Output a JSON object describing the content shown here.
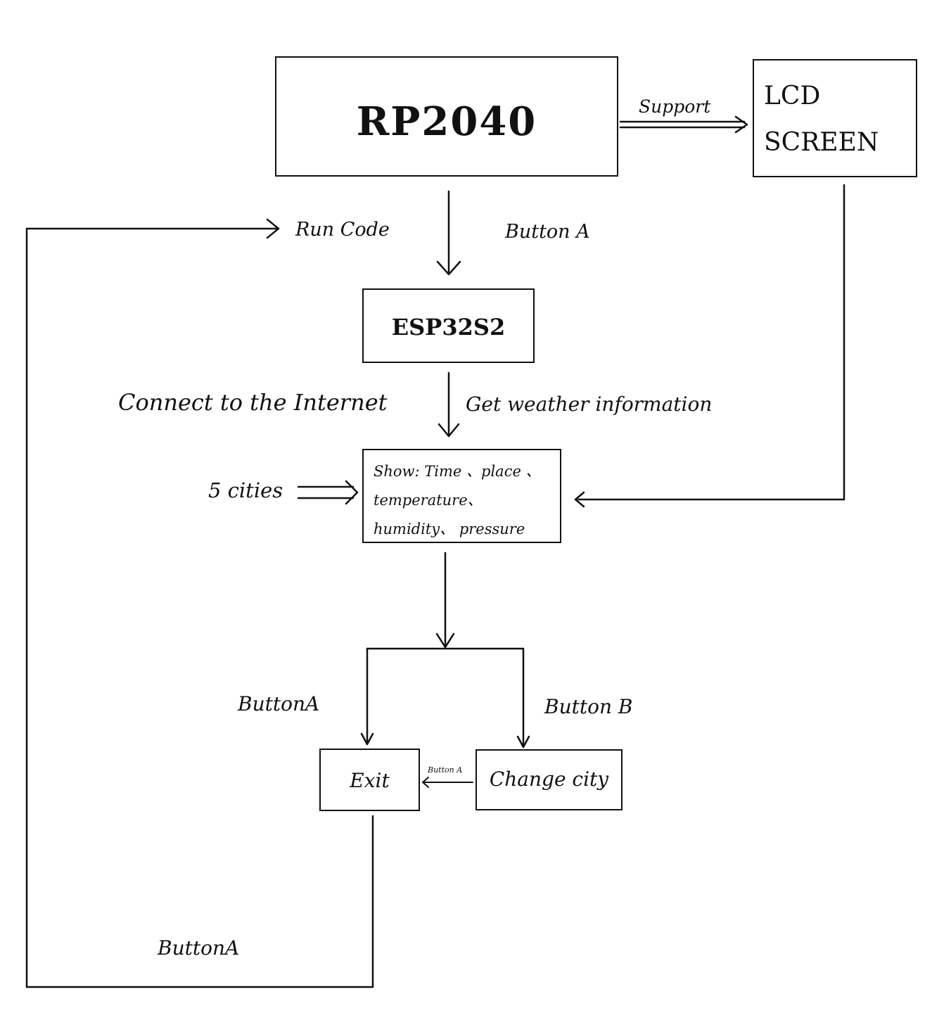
{
  "nodes": {
    "rp2040": "RP2040",
    "lcd_line1": "LCD",
    "lcd_line2": "SCREEN",
    "esp32s2": "ESP32S2",
    "show_line1": "Show: Time 、place 、",
    "show_line2": "temperature、",
    "show_line3": "humidity、 pressure",
    "exit": "Exit",
    "change_city": "Change city"
  },
  "edges": {
    "support": "Support",
    "run_code": "Run Code",
    "button_a_top": "Button A",
    "connect_internet": "Connect to the Internet",
    "get_weather": "Get weather information",
    "five_cities": "5 cities",
    "button_a_left": "ButtonA",
    "button_b": "Button B",
    "button_a_small": "Button A",
    "button_a_bottom": "ButtonA"
  },
  "colors": {
    "stroke": "#111111",
    "background": "#ffffff"
  }
}
